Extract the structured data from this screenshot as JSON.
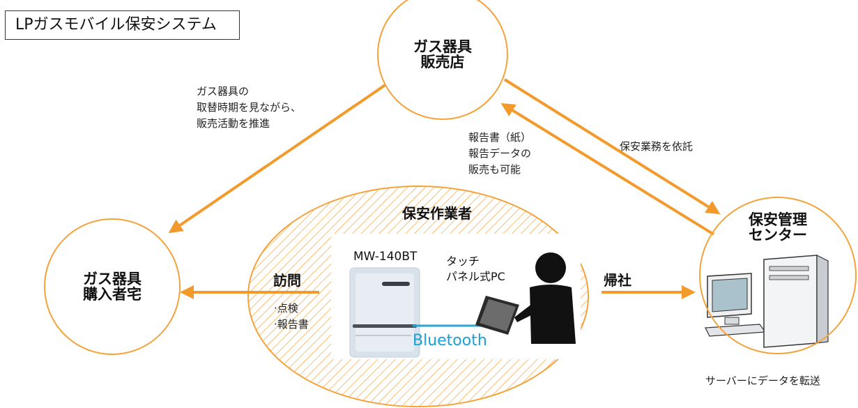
{
  "title": "LPガスモバイル保安システム",
  "nodes": {
    "shop": {
      "line1": "ガス器具",
      "line2": "販売店"
    },
    "buyer": {
      "line1": "ガス器具",
      "line2": "購入者宅"
    },
    "center": {
      "line1": "保安管理",
      "line2": "センター"
    }
  },
  "annotations": {
    "shop_to_buyer": "ガス器具の\n取替時期を見ながら、\n販売活動を推進",
    "center_to_shop": "報告書（紙）\n報告データの\n販売も可能",
    "shop_to_center": "保安業務を依託",
    "server": "サーバーにデータを転送"
  },
  "worker": {
    "title": "保安作業者",
    "visit": "訪問",
    "visit_tasks": "·点検\n·報告書",
    "return": "帰社",
    "device": "MW-140BT",
    "pc": "タッチ\nパネル式PC",
    "link": "Bluetooth"
  },
  "colors": {
    "accent": "#f5a23a",
    "arrow": "#f39a2c",
    "bluetooth": "#1a9fd8",
    "bluetooth_line": "#2aa6d6"
  }
}
